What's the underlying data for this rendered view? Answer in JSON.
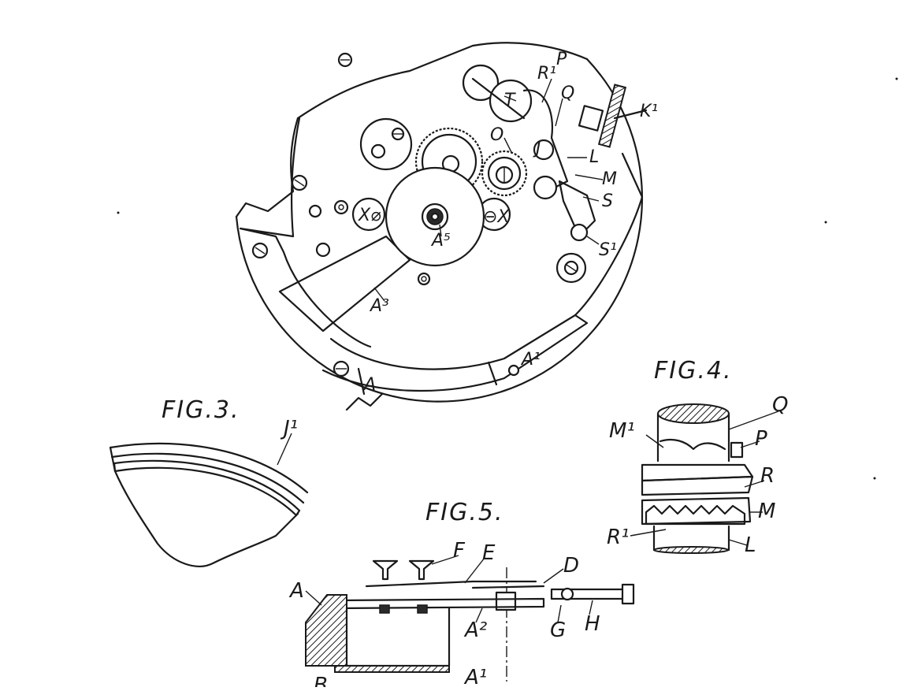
{
  "figures": {
    "fig3": {
      "title": "FIG.3.",
      "labels": {
        "j1": "J¹"
      }
    },
    "fig4": {
      "title": "FIG.4.",
      "labels": {
        "q": "Q",
        "m1": "M¹",
        "p": "P",
        "r": "R",
        "m": "M",
        "r1": "R¹",
        "l": "L"
      }
    },
    "fig5": {
      "title": "FIG.5.",
      "labels": {
        "f": "F",
        "e": "E",
        "d": "D",
        "a": "A",
        "a2": "A²",
        "g": "G",
        "h": "H",
        "a1": "A¹",
        "b": "B"
      }
    }
  },
  "main": {
    "labels": {
      "r1": "R¹",
      "p": "P",
      "t": "T",
      "q": "Q",
      "k1": "K¹",
      "o": "O",
      "j": "J",
      "l": "L",
      "m": "M",
      "s": "S",
      "s1": "S¹",
      "x0": "X⌀",
      "x": "⊖X",
      "a5": "A⁵",
      "a3": "A³",
      "a1": "A¹",
      "a": "A"
    }
  }
}
